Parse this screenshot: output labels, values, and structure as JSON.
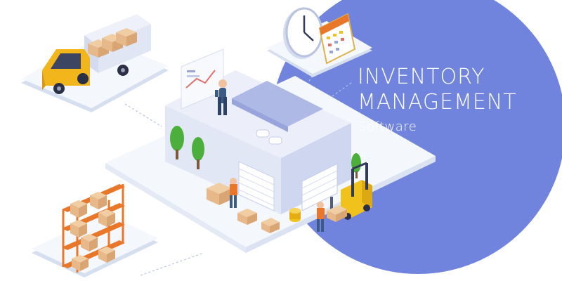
{
  "headline": {
    "line1": "INVENTORY",
    "line2": "MANAGEMENT",
    "line3": "Software"
  },
  "colors": {
    "accent_circle": "#7184dd",
    "platform": "#eef3fb",
    "platform_shadow": "#d6dff0",
    "warehouse_wall": "#dde3f3",
    "warehouse_roof": "#c9d1ee",
    "truck_cab": "#f2b51c",
    "box": "#e7b98a",
    "shelf": "#e8772a",
    "tree": "#4cae3b",
    "forklift": "#f2c21c",
    "worker_shirt": "#e9772b",
    "worker_pants": "#3c5a86"
  },
  "icons": [
    "clock-icon",
    "calendar-icon",
    "truck-icon",
    "warehouse-icon",
    "shelf-icon",
    "forklift-icon",
    "tree-icon",
    "worker-icon",
    "boxes-icon"
  ]
}
